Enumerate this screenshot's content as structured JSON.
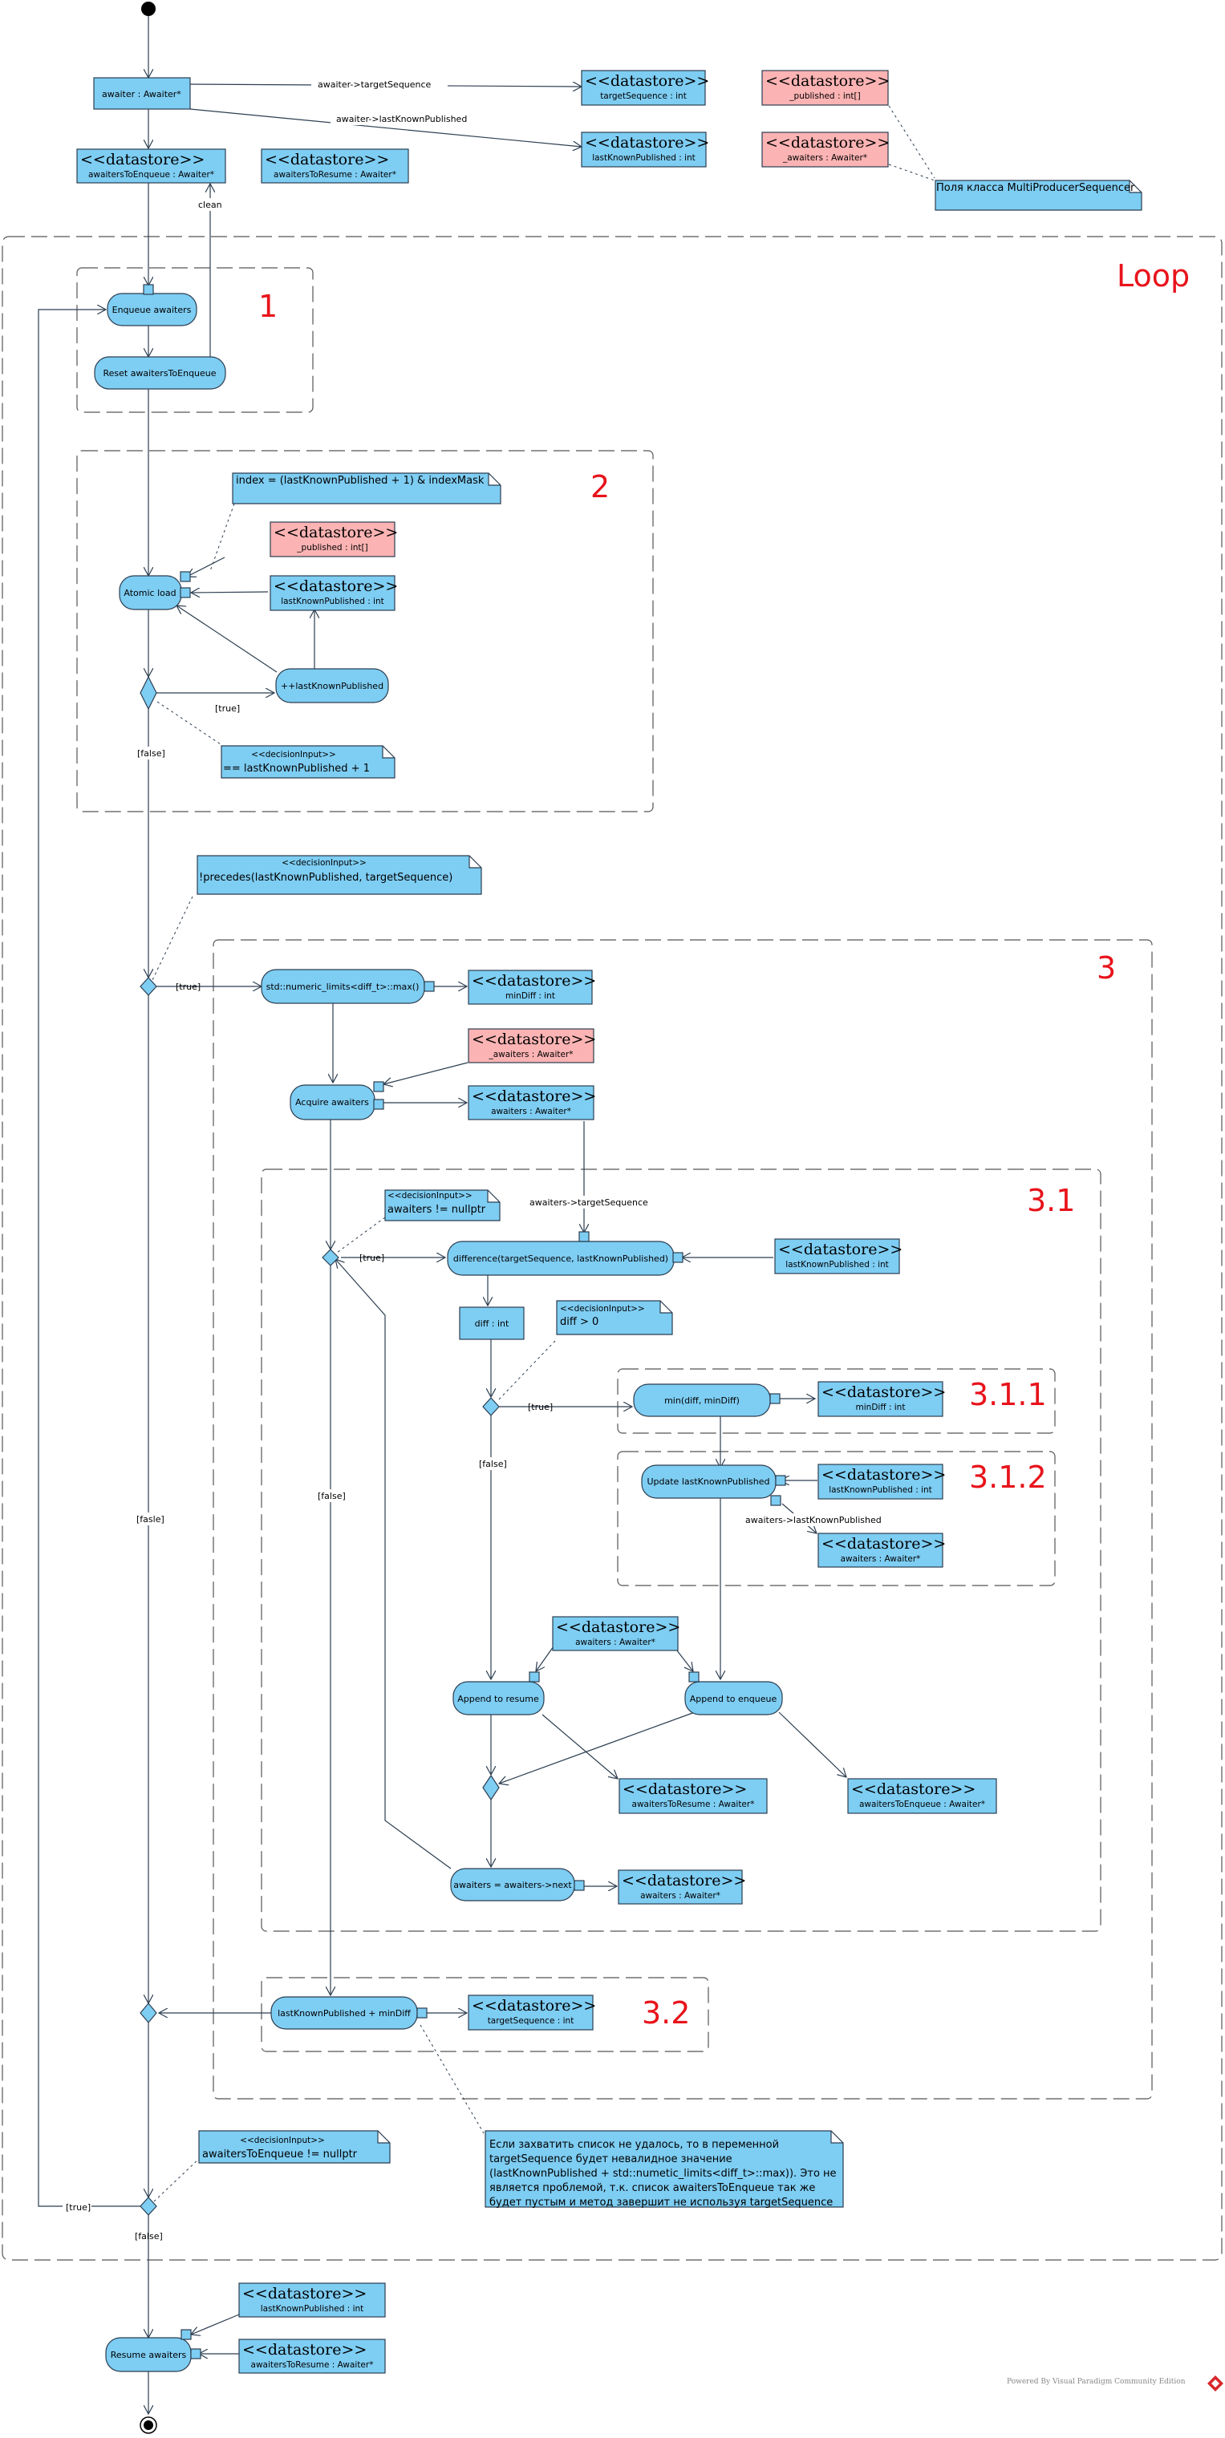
{
  "colors": {
    "node_fill": "#7ecdf3",
    "pink_fill": "#fbb3b3",
    "stroke": "#2c3e50",
    "region_label": "#e8131b"
  },
  "labels": {
    "loop": "Loop",
    "r1": "1",
    "r2": "2",
    "r3": "3",
    "r31": "3.1",
    "r311": "3.1.1",
    "r312": "3.1.2",
    "r32": "3.2"
  },
  "nodes": {
    "awaiter": "awaiter : Awaiter*",
    "enqueue": "Enqueue awaiters",
    "reset": "Reset awaitersToEnqueue",
    "atomic": "Atomic load",
    "incr": "++lastKnownPublished",
    "maxnode": "std::numeric_limits<diff_t>::max()",
    "acquire": "Acquire awaiters",
    "difference": "difference(targetSequence, lastKnownPublished)",
    "diff": "diff : int",
    "min": "min(diff, minDiff)",
    "update": "Update lastKnownPublished",
    "append_resume": "Append to resume",
    "append_enqueue": "Append to enqueue",
    "next": "awaiters = awaiters->next",
    "lkp_mindiff": "lastKnownPublished + minDiff",
    "resume": "Resume awaiters"
  },
  "datastores": {
    "stereotype": "<<datastore>>",
    "target_seq": "targetSequence : int",
    "lkp_top": "lastKnownPublished : int",
    "published_top": "_published : int[]",
    "awaiters_top": "_awaiters : Awaiter*",
    "ate_top": "awaitersToEnqueue : Awaiter*",
    "atr_top": "awaitersToResume : Awaiter*",
    "published_2": "_published : int[]",
    "lkp_2": "lastKnownPublished : int",
    "mindiff_3": "minDiff : int",
    "awaiters_pink_3": "_awaiters : Awaiter*",
    "awaiters_3": "awaiters : Awaiter*",
    "lkp_31": "lastKnownPublished : int",
    "mindiff_311": "minDiff : int",
    "lkp_312": "lastKnownPublished : int",
    "awaiters_312": "awaiters : Awaiter*",
    "awaiters_31": "awaiters : Awaiter*",
    "atr_31": "awaitersToResume : Awaiter*",
    "ate_31": "awaitersToEnqueue : Awaiter*",
    "awaiters_next": "awaiters : Awaiter*",
    "target_32": "targetSequence : int",
    "lkp_bottom": "lastKnownPublished : int",
    "atr_bottom": "awaitersToResume : Awaiter*"
  },
  "notes": {
    "class_fields": "Поля класса MultiProducerSequencer",
    "index": "index = (lastKnownPublished + 1) & indexMask",
    "di_stereo": "<<decisionInput>>",
    "di_lkp": "== lastKnownPublished + 1",
    "di_precedes": "!precedes(lastKnownPublished, targetSequence)",
    "di_awaiters": "awaiters != nullptr",
    "di_diff": "diff > 0",
    "di_ate": "awaitersToEnqueue != nullptr",
    "long_lines": [
      "Если захватить список не удалось, то в переменной",
      "targetSequence будет невалидное значение",
      "(lastKnownPublished + std::numetic_limits<diff_t>::max)). Это не",
      "является проблемой, т.к. список awaitersToEnqueue так же",
      "будет пустым и метод завершит не используя targetSequence"
    ]
  },
  "edges": {
    "awaiter_target": "awaiter->targetSequence",
    "awaiter_lkp": "awaiter->lastKnownPublished",
    "clean": "clean",
    "true": "[true]",
    "false": "[false]",
    "fasle": "[fasle]",
    "awaiters_target": "awaiters->targetSequence",
    "awaiters_lkp": "awaiters->lastKnownPublished"
  },
  "footer": "Powered By Visual Paradigm Community Edition"
}
